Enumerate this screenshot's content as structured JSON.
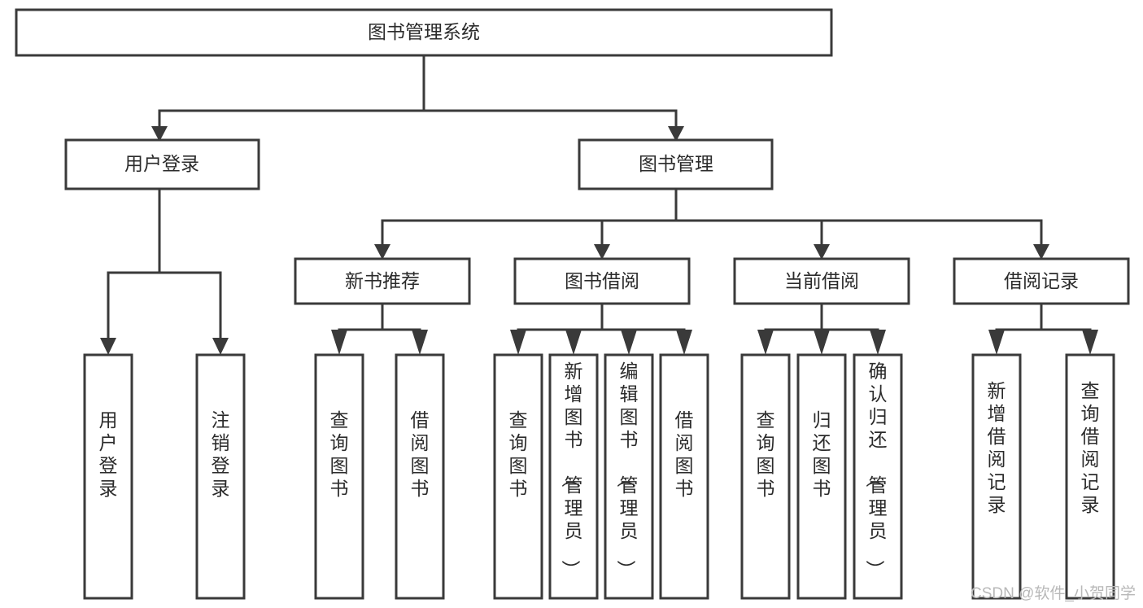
{
  "diagram": {
    "type": "tree-hierarchy",
    "orientation": "top-down",
    "title": "图书管理系统",
    "colors": {
      "background": "#ffffff",
      "box_fill": "#ffffff",
      "box_stroke": "#3a3a3a",
      "connector": "#3a3a3a",
      "text": "#2b2b2b",
      "watermark": "#b8b8b8"
    },
    "levels": {
      "root": {
        "label": "图书管理系统"
      },
      "level2": [
        {
          "label": "用户登录"
        },
        {
          "label": "图书管理"
        }
      ],
      "level3": [
        {
          "label": "新书推荐"
        },
        {
          "label": "图书借阅"
        },
        {
          "label": "当前借阅"
        },
        {
          "label": "借阅记录"
        }
      ],
      "leaves_user_login": [
        {
          "label": "用户登录"
        },
        {
          "label": "注销登录"
        }
      ],
      "leaves_new_book": [
        {
          "label": "查询图书"
        },
        {
          "label": "借阅图书"
        }
      ],
      "leaves_borrow": [
        {
          "label": "查询图书"
        },
        {
          "label": "新增图书（管理员）"
        },
        {
          "label": "编辑图书（管理员）"
        },
        {
          "label": "借阅图书"
        }
      ],
      "leaves_current": [
        {
          "label": "查询图书"
        },
        {
          "label": "归还图书"
        },
        {
          "label": "确认归还（管理员）"
        }
      ],
      "leaves_records": [
        {
          "label": "新增借阅记录"
        },
        {
          "label": "查询借阅记录"
        }
      ]
    }
  },
  "watermark": {
    "text": "CSDN @软件_小贺同学"
  }
}
